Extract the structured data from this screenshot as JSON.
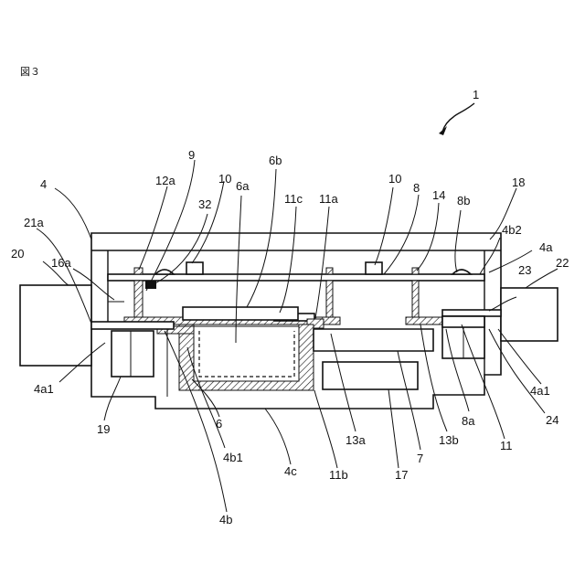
{
  "figure_title": "図３",
  "assembly_ref": "1",
  "labels": {
    "l4": "4",
    "l4a": "4a",
    "l4a1_left": "4a1",
    "l4a1_right": "4a1",
    "l4b": "4b",
    "l4b1": "4b1",
    "l4b2": "4b2",
    "l4c": "4c",
    "l6": "6",
    "l6a": "6a",
    "l6b": "6b",
    "l7": "7",
    "l8": "8",
    "l8a": "8a",
    "l8b": "8b",
    "l9": "9",
    "l10_left": "10",
    "l10_right": "10",
    "l11": "11",
    "l11a": "11a",
    "l11b": "11b",
    "l11c": "11c",
    "l12a": "12a",
    "l13a": "13a",
    "l13b": "13b",
    "l14": "14",
    "l16a": "16a",
    "l17": "17",
    "l18": "18",
    "l19": "19",
    "l20": "20",
    "l21a": "21a",
    "l22": "22",
    "l23": "23",
    "l24": "24",
    "l32": "32"
  }
}
